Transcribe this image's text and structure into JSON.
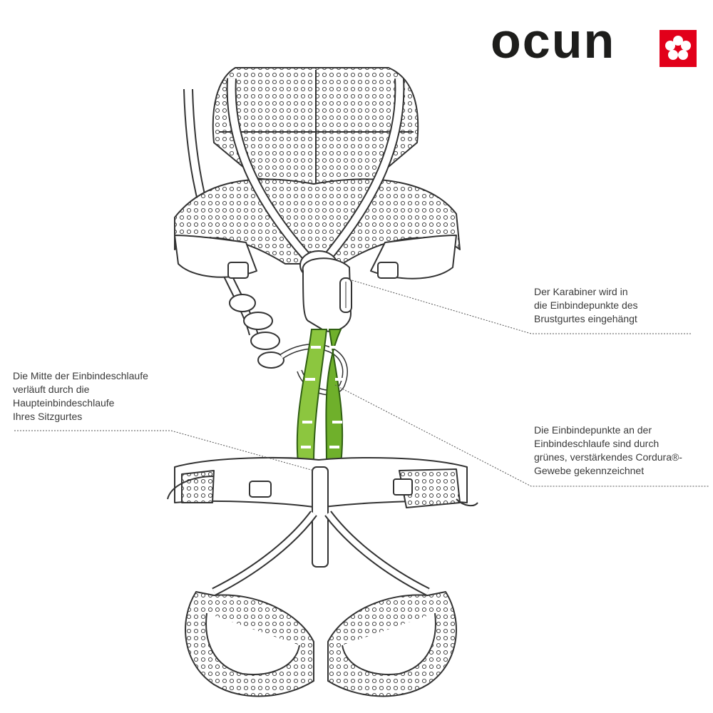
{
  "brand": {
    "name": "OCUN",
    "logo_text": "ocun",
    "colors": {
      "accent": "#e2001a",
      "text": "#1d1d1b",
      "sling_green": "#8cc63f",
      "sling_dark": "#4f8f1f"
    }
  },
  "annotations": {
    "top_right": "Der Karabiner wird in\ndie Einbindepunkte des\nBrustgurtes eingehängt",
    "left": "Die Mitte der Einbindeschlaufe\nverläuft durch die\nHaupteinbindeschlaufe\nIhres Sitzgurtes",
    "bottom_right": "Die Einbindepunkte an der\nEinbindeschlaufe sind durch\ngrünes, verstärkendes Cordura®-\nGewebe gekennzeichnet"
  },
  "illustration": {
    "subject": "chest-harness-and-sit-harness-with-carabiner-and-sling",
    "icons": [
      "ocun-logo-mark-icon",
      "carabiner-icon",
      "rope-knot-icon",
      "sling-icon",
      "buckle-icon"
    ]
  }
}
